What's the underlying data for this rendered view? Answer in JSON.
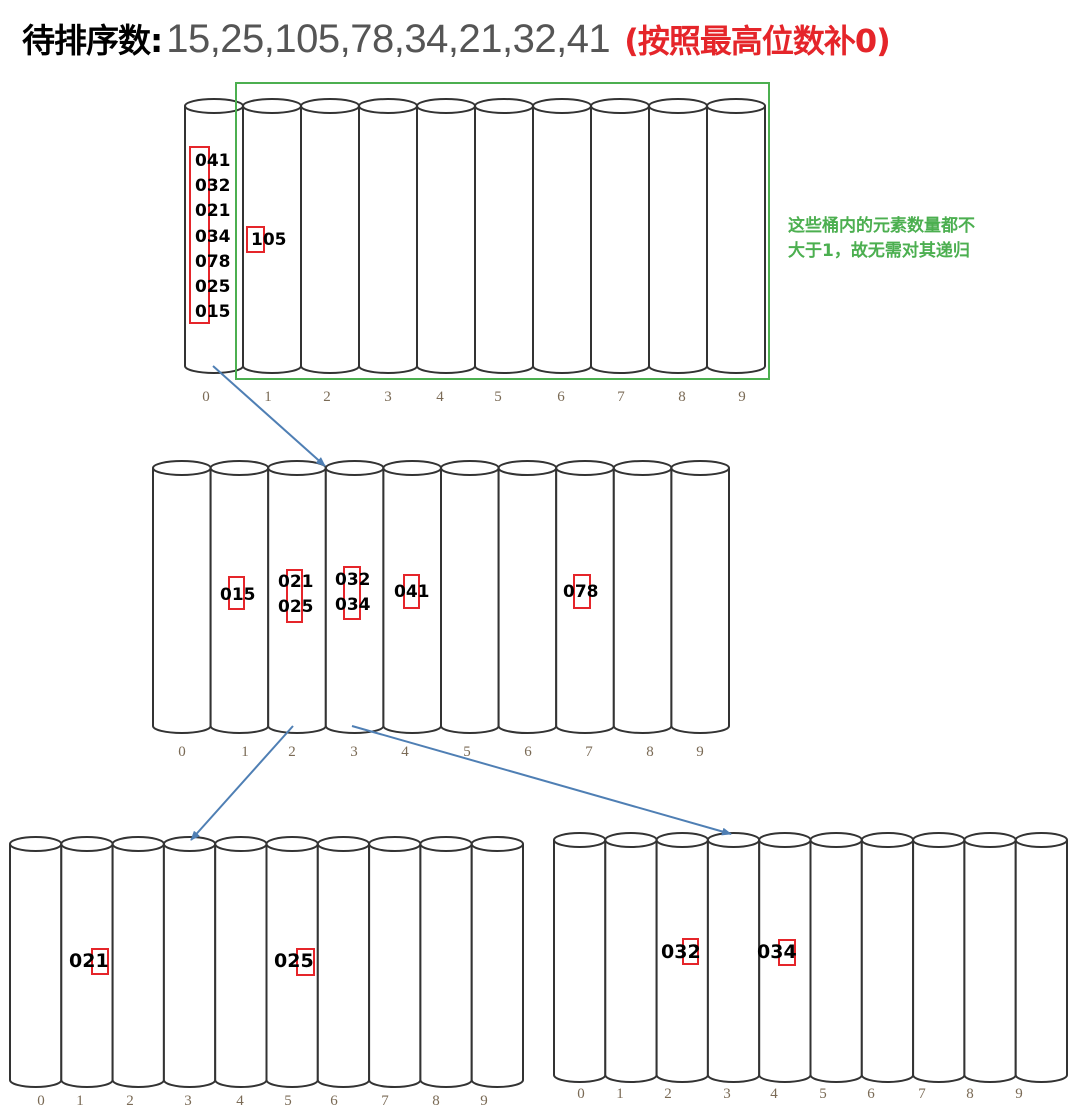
{
  "title": {
    "label": "待排序数:",
    "numbers": "15,25,105,78,34,21,32,41",
    "note": "(按照最高位数补0)"
  },
  "colors": {
    "highlight_box": "#e5252a",
    "group_box": "#4caf50",
    "arrow": "#4f7fb4",
    "cylinder_stroke": "#333333",
    "axis_label": "#7a6a55"
  },
  "annotation": {
    "line1": "这些桶内的元素数量都不",
    "line2": "大于1，故无需对其递归"
  },
  "levels": [
    {
      "name": "level-1-hundreds-digit",
      "bucket_labels": [
        "0",
        "1",
        "2",
        "3",
        "4",
        "5",
        "6",
        "7",
        "8",
        "9"
      ],
      "buckets": {
        "0": [
          "041",
          "032",
          "021",
          "034",
          "078",
          "025",
          "015"
        ],
        "1": [
          "105"
        ]
      },
      "highlight_digit_index": 0
    },
    {
      "name": "level-2-tens-digit",
      "bucket_labels": [
        "0",
        "1",
        "2",
        "3",
        "4",
        "5",
        "6",
        "7",
        "8",
        "9"
      ],
      "buckets": {
        "1": [
          "015"
        ],
        "2": [
          "021",
          "025"
        ],
        "3": [
          "032",
          "034"
        ],
        "4": [
          "041"
        ],
        "7": [
          "078"
        ]
      },
      "highlight_digit_index": 1
    },
    {
      "name": "level-3a-ones-digit-from-bucket-2",
      "bucket_labels": [
        "0",
        "1",
        "2",
        "3",
        "4",
        "5",
        "6",
        "7",
        "8",
        "9"
      ],
      "buckets": {
        "1": [
          "021"
        ],
        "5": [
          "025"
        ]
      },
      "highlight_digit_index": 2
    },
    {
      "name": "level-3b-ones-digit-from-bucket-3",
      "bucket_labels": [
        "0",
        "1",
        "2",
        "3",
        "4",
        "5",
        "6",
        "7",
        "8",
        "9"
      ],
      "buckets": {
        "2": [
          "032"
        ],
        "4": [
          "034"
        ]
      },
      "highlight_digit_index": 2
    }
  ],
  "texts": {
    "l1_b0": [
      "041",
      "032",
      "021",
      "034",
      "078",
      "025",
      "015"
    ],
    "l1_b1": "105",
    "l2_b1": "015",
    "l2_b2": [
      "021",
      "025"
    ],
    "l2_b3": [
      "032",
      "034"
    ],
    "l2_b4": "041",
    "l2_b7": "078",
    "l3a_b1": "021",
    "l3a_b5": "025",
    "l3b_b2": "032",
    "l3b_b4": "034"
  }
}
